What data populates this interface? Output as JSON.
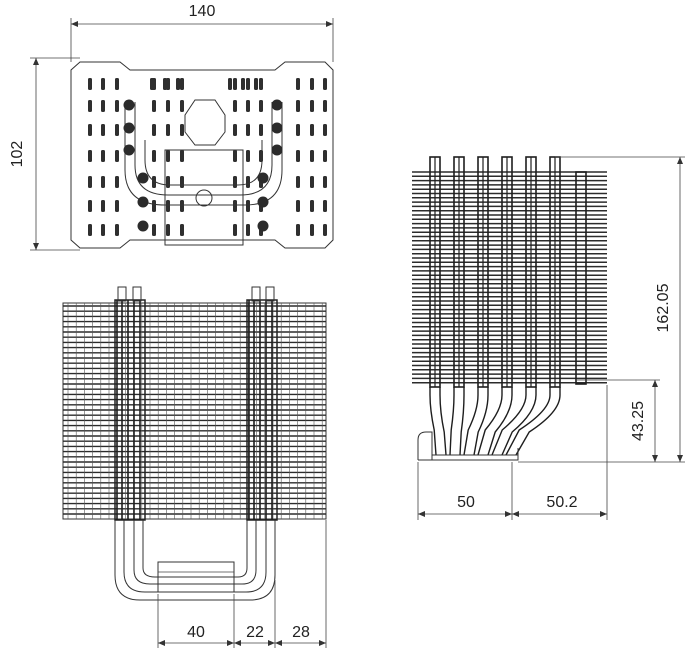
{
  "dimensions": {
    "top_width": "140",
    "top_height": "102",
    "side_height": "162.05",
    "side_base_height": "43.25",
    "side_width_a": "50",
    "side_width_b": "50.2",
    "front_width_a": "40",
    "front_width_b": "22",
    "front_width_c": "28"
  }
}
